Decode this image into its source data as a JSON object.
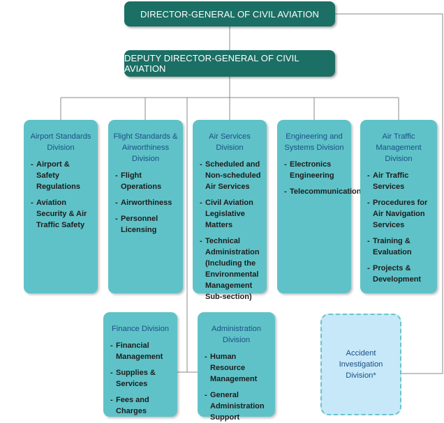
{
  "director_general": "DIRECTOR-GENERAL OF CIVIL AVIATION",
  "deputy_director_general": "DEPUTY DIRECTOR-GENERAL OF CIVIL AVIATION",
  "divisions": [
    {
      "title": "Airport Standards Division",
      "items": [
        "Airport & Safety Regulations",
        "Aviation Security & Air Traffic Safety"
      ]
    },
    {
      "title": "Flight Standards & Airworthiness Division",
      "items": [
        "Flight Operations",
        "Airworthiness",
        "Personnel Licensing"
      ]
    },
    {
      "title": "Air Services Division",
      "items": [
        "Scheduled and Non-scheduled Air Services",
        "Civil Aviation Legislative Matters",
        "Technical Administration (Including the Environmental Management Sub-section)"
      ]
    },
    {
      "title": "Engineering and Systems Division",
      "items": [
        "Electronics Engineering",
        "Telecommunications"
      ]
    },
    {
      "title": "Air Traffic Management Division",
      "items": [
        "Air Traffic Services",
        "Procedures for Air Navigation Services",
        "Training & Evaluation",
        "Projects & Development"
      ]
    },
    {
      "title": "Finance Division",
      "items": [
        "Financial Management",
        "Supplies & Services",
        "Fees and Charges"
      ]
    },
    {
      "title": "Administration Division",
      "items": [
        "Human Resource Management",
        "General Administration Support"
      ]
    }
  ],
  "accident_investigation": "Accident Investigation Division*",
  "colors": {
    "top_box": "#1b6f64",
    "division_box": "#5fc2c8",
    "division_title": "#1b4f86",
    "accident_box": "#c6e8f8",
    "connector": "#7a7a7a"
  }
}
